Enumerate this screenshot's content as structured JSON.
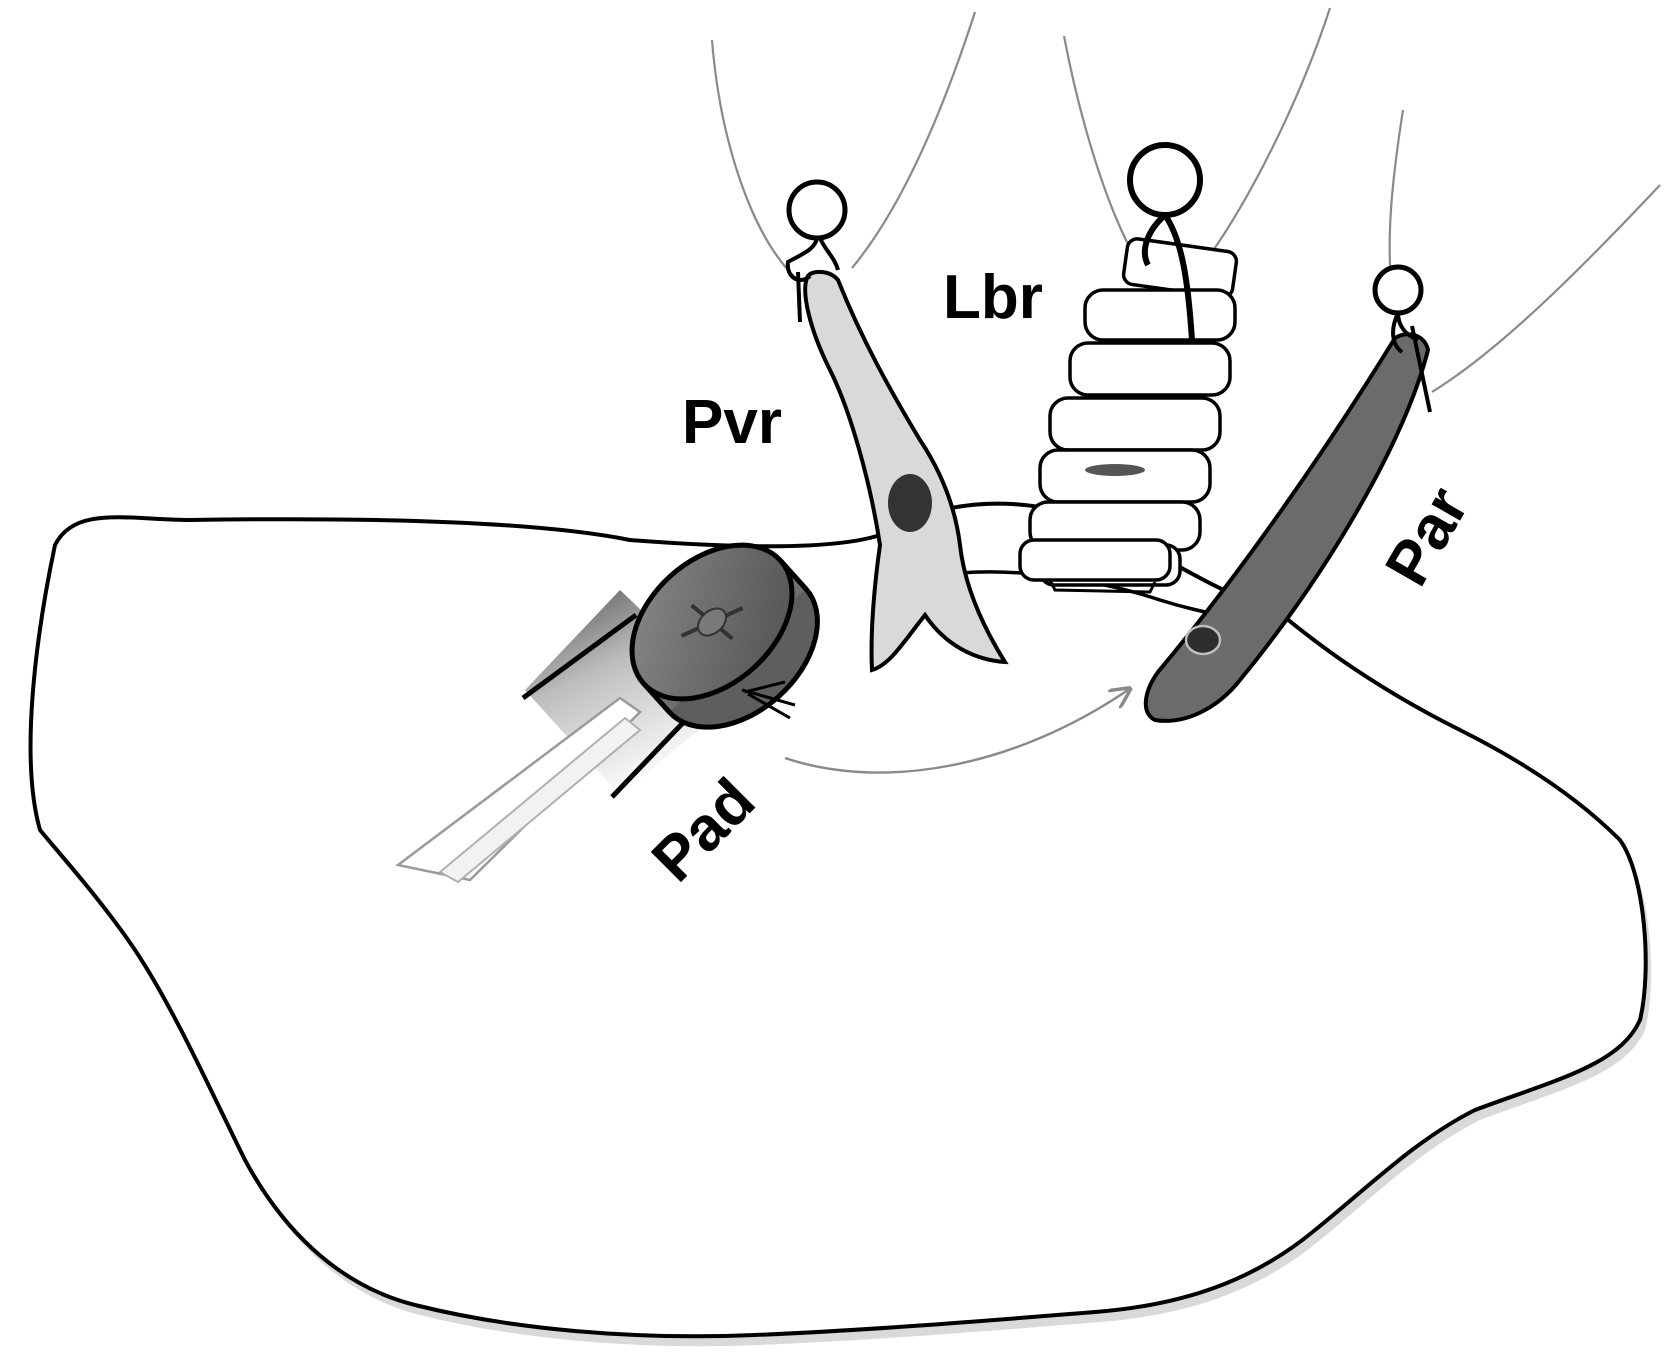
{
  "labels": {
    "pvr": "Pvr",
    "lbr": "Lbr",
    "par": "Par",
    "pad": "Pad"
  },
  "colors": {
    "outline": "#000000",
    "shadow": "#d9d9d9",
    "light_fill": "#d9d9d9",
    "dark_fill": "#6b6b6b",
    "thread": "#8a8a8a",
    "background": "#ffffff"
  },
  "icons": {
    "pvr": "elongated-cell-icon",
    "lbr": "stacked-disc-column-icon",
    "par": "rod-icon",
    "pad": "capped-cylinder-icon"
  }
}
